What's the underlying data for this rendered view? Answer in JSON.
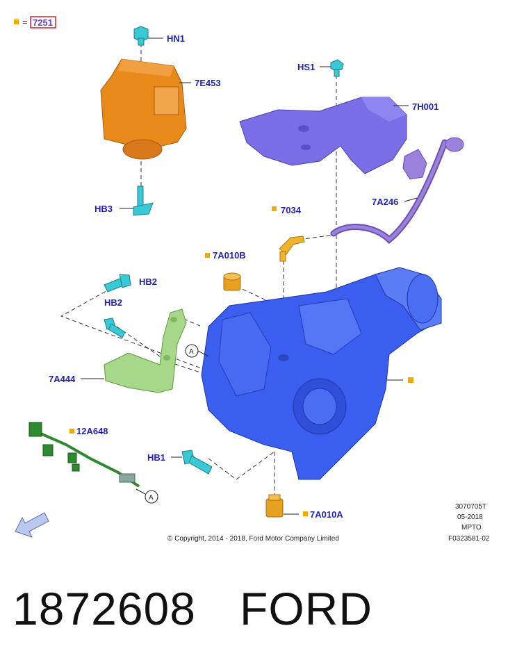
{
  "legend": {
    "code": "7251",
    "equals": "=",
    "marker_color": "#f5a800"
  },
  "labels": {
    "hn1": "HN1",
    "e453": "7E453",
    "hs1": "HS1",
    "h001": "7H001",
    "a246": "7A246",
    "hb3": "HB3",
    "p7034": "7034",
    "a010b": "7A010B",
    "hb2a": "HB2",
    "hb2b": "HB2",
    "a444": "7A444",
    "a12648": "12A648",
    "hb1": "HB1",
    "a010a": "7A010A",
    "callout_a": "A"
  },
  "footer": {
    "copyright": "© Copyright, 2014 - 2018, Ford Motor Company Limited",
    "ref1": "3070705T",
    "ref2": "05-2018",
    "ref3": "MPTO",
    "ref4": "F0323581-02"
  },
  "part_number": "1872608",
  "brand": "FORD",
  "colors": {
    "label": "#1f1fbf",
    "orange": "#e88a1a",
    "purple": "#7a6ee6",
    "blue": "#3a5ff0",
    "green": "#a7d88a",
    "cyan": "#37c9d6",
    "dark_green": "#2e8a2e"
  }
}
